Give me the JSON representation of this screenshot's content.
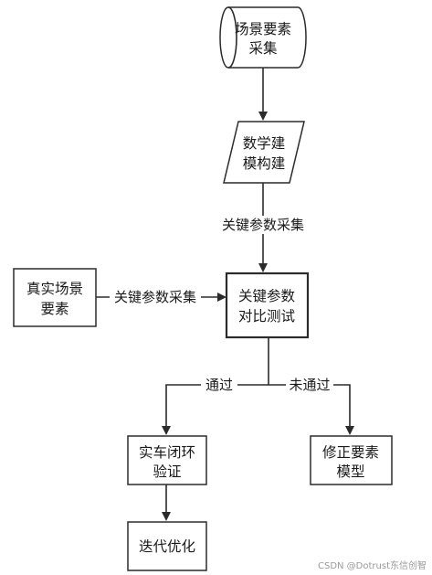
{
  "nodes": {
    "scene_collect": [
      "场景要素",
      "采集"
    ],
    "math_model": [
      "数学建",
      "模构建"
    ],
    "real_scene": [
      "真实场景",
      "要素"
    ],
    "param_compare": [
      "关键参数",
      "对比测试"
    ],
    "vehicle_verify": [
      "实车闭环",
      "验证"
    ],
    "iterate": [
      "迭代优化"
    ],
    "fix_model": [
      "修正要素",
      "模型"
    ]
  },
  "edges": {
    "param_collect_vertical": "关键参数采集",
    "param_collect_horizontal": "关键参数采集",
    "pass": "通过",
    "fail": "未通过"
  },
  "watermark": "CSDN @Dotrust东信创智"
}
